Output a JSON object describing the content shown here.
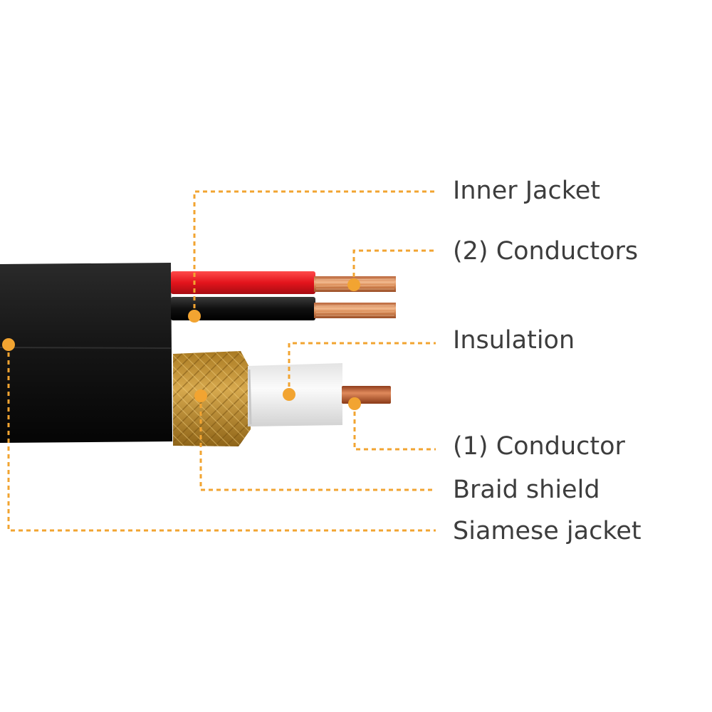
{
  "labels": {
    "inner_jacket": "Inner Jacket",
    "two_conductors": "(2) Conductors",
    "insulation": "Insulation",
    "one_conductor": "(1) Conductor",
    "braid_shield": "Braid shield",
    "siamese_jacket": "Siamese jacket"
  },
  "colors": {
    "callout": "#f2a431",
    "jacket": "#141414",
    "red_wire": "#e3141c",
    "black_wire": "#0a0a0a",
    "copper": "#d98a55",
    "braid": "#c99a3a",
    "insulation": "#f0f0f0",
    "label_text": "#3d3d3d"
  }
}
